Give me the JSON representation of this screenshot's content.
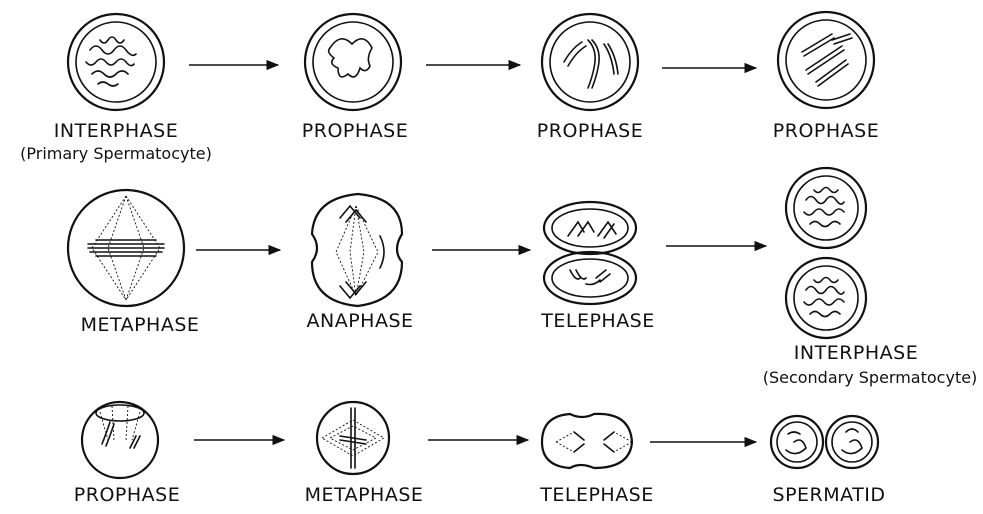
{
  "rows": [
    {
      "stages": [
        {
          "label": "INTERPHASE",
          "sublabel": "(Primary Spermatocyte)"
        },
        {
          "label": "PROPHASE"
        },
        {
          "label": "PROPHASE"
        },
        {
          "label": "PROPHASE"
        }
      ]
    },
    {
      "stages": [
        {
          "label": "METAPHASE"
        },
        {
          "label": "ANAPHASE"
        },
        {
          "label": "TELEPHASE"
        },
        {
          "label": "INTERPHASE",
          "sublabel": "(Secondary Spermatocyte)"
        }
      ]
    },
    {
      "stages": [
        {
          "label": "PROPHASE"
        },
        {
          "label": "METAPHASE"
        },
        {
          "label": "TELEPHASE"
        },
        {
          "label": "SPERMATID"
        }
      ]
    }
  ],
  "colors": {
    "ink": "#111111",
    "background": "#ffffff"
  }
}
